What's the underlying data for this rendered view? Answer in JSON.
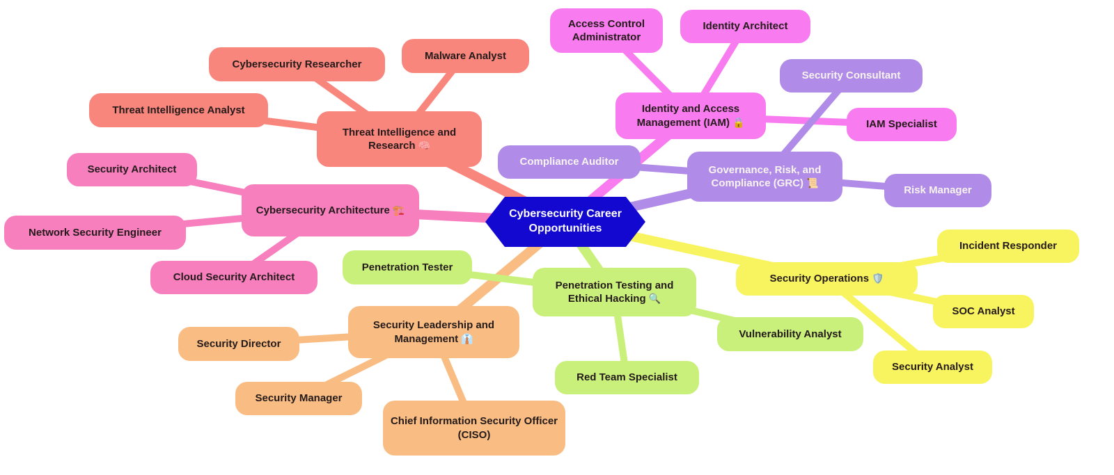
{
  "diagram": {
    "type": "mindmap",
    "title": "Cybersecurity Career Opportunities mind map",
    "root": {
      "label": "Cybersecurity Career Opportunities",
      "shape": "hexagon",
      "fill": "#1208CF",
      "text_color": "#FFFFFF"
    },
    "branches": [
      {
        "label": "Threat Intelligence and Research",
        "icon": "🧠",
        "icon_name": "brain-icon",
        "color": "#F9867D",
        "children": [
          "Cybersecurity Researcher",
          "Malware Analyst",
          "Threat Intelligence Analyst"
        ]
      },
      {
        "label": "Identity and Access Management (IAM)",
        "icon": "🔒",
        "icon_name": "lock-icon",
        "color": "#F87CEF",
        "children": [
          "Access Control Administrator",
          "Identity Architect",
          "IAM Specialist"
        ]
      },
      {
        "label": "Governance, Risk, and Compliance (GRC)",
        "icon": "📜",
        "icon_name": "scroll-icon",
        "color": "#B08BE8",
        "children": [
          "Compliance Auditor",
          "Security Consultant",
          "Risk Manager"
        ]
      },
      {
        "label": "Cybersecurity Architecture",
        "icon": "🏗️",
        "icon_name": "building-construction-icon",
        "color": "#F77FBE",
        "children": [
          "Security Architect",
          "Network Security Engineer",
          "Cloud Security Architect"
        ]
      },
      {
        "label": "Security Operations",
        "icon": "🛡️",
        "icon_name": "shield-icon",
        "color": "#F8F45F",
        "children": [
          "Incident Responder",
          "SOC Analyst",
          "Security Analyst"
        ]
      },
      {
        "label": "Penetration Testing and Ethical Hacking",
        "icon": "🔍",
        "icon_name": "magnifying-glass-icon",
        "color": "#C9F07B",
        "children": [
          "Penetration Tester",
          "Vulnerability Analyst",
          "Red Team Specialist"
        ]
      },
      {
        "label": "Security Leadership and Management",
        "icon": "👔",
        "icon_name": "necktie-icon",
        "color": "#F9BD83",
        "children": [
          "Security Director",
          "Security Manager",
          "Chief Information Security Officer (CISO)"
        ]
      }
    ]
  }
}
